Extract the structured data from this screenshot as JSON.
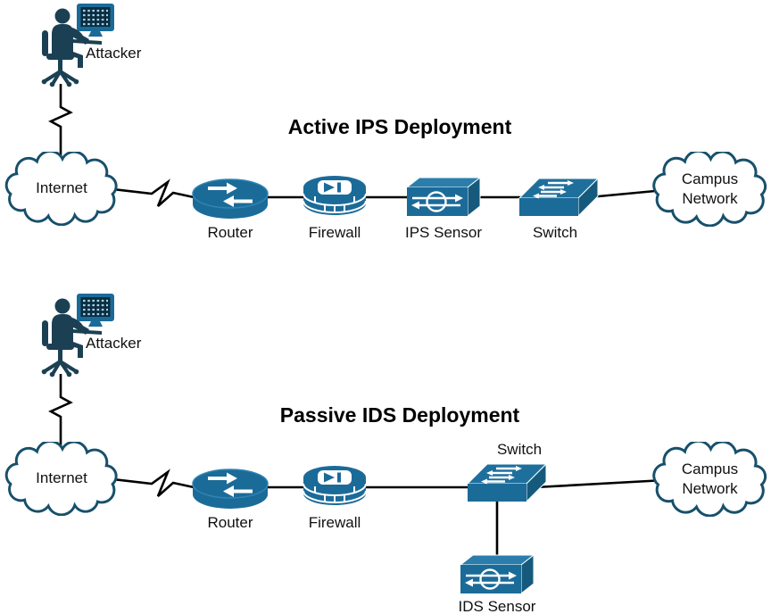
{
  "colors": {
    "primary": "#1b6b99",
    "primary_light": "#2b7dab",
    "primary_dark": "#155a7c",
    "cloud_stroke": "#17506b",
    "person_dark": "#1c4053",
    "line": "#000000",
    "background": "#ffffff"
  },
  "icons": {
    "attacker": "person-at-computer-icon",
    "internet": "cloud-icon",
    "router": "router-cylinder-icon",
    "firewall": "firewall-brick-cylinder-icon",
    "ips_sensor": "sensor-box-icon",
    "ids_sensor": "sensor-box-icon",
    "switch": "switch-3d-box-icon",
    "campus": "cloud-icon"
  },
  "sections": {
    "active": {
      "title": "Active IPS Deployment",
      "attacker": "Attacker",
      "internet": "Internet",
      "router": "Router",
      "firewall": "Firewall",
      "sensor": "IPS Sensor",
      "switch": "Switch",
      "campus": "Campus\nNetwork"
    },
    "passive": {
      "title": "Passive IDS Deployment",
      "attacker": "Attacker",
      "internet": "Internet",
      "router": "Router",
      "firewall": "Firewall",
      "switch": "Switch",
      "sensor": "IDS Sensor",
      "campus": "Campus\nNetwork"
    }
  },
  "edges": {
    "active": [
      [
        "Attacker",
        "Internet"
      ],
      [
        "Internet",
        "Router"
      ],
      [
        "Router",
        "Firewall"
      ],
      [
        "Firewall",
        "IPS Sensor"
      ],
      [
        "IPS Sensor",
        "Switch"
      ],
      [
        "Switch",
        "Campus Network"
      ]
    ],
    "passive": [
      [
        "Attacker",
        "Internet"
      ],
      [
        "Internet",
        "Router"
      ],
      [
        "Router",
        "Firewall"
      ],
      [
        "Firewall",
        "Switch"
      ],
      [
        "Switch",
        "Campus Network"
      ],
      [
        "Switch",
        "IDS Sensor"
      ]
    ]
  }
}
